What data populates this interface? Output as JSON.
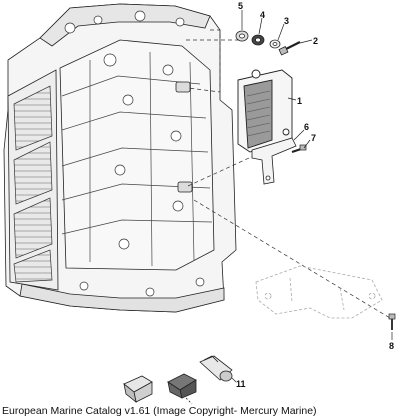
{
  "diagram": {
    "callouts": [
      {
        "id": "callout-1",
        "text": "1"
      },
      {
        "id": "callout-2",
        "text": "2"
      },
      {
        "id": "callout-3",
        "text": "3"
      },
      {
        "id": "callout-4",
        "text": "4"
      },
      {
        "id": "callout-5",
        "text": "5"
      },
      {
        "id": "callout-6",
        "text": "6"
      },
      {
        "id": "callout-7",
        "text": "7"
      },
      {
        "id": "callout-8",
        "text": "8"
      },
      {
        "id": "callout-11",
        "text": "11"
      }
    ],
    "caption": "European Marine Catalog v1.61 (Image Copyright- Mercury Marine)"
  }
}
